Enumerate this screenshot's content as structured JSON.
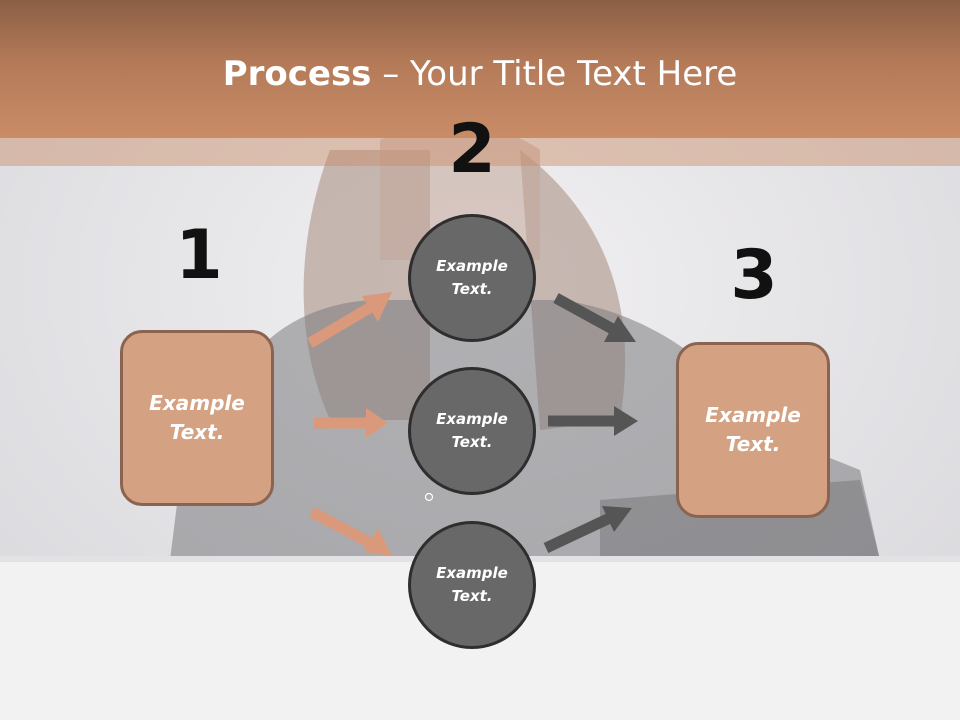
{
  "slide": {
    "title_bold": "Process",
    "title_rest": " – Your Title Text Here",
    "steps": [
      {
        "number": "1"
      },
      {
        "number": "2"
      },
      {
        "number": "3"
      }
    ],
    "left_box": {
      "text": "Example\nText."
    },
    "right_box": {
      "text": "Example\nText."
    },
    "circles": [
      {
        "text": "Example\nText."
      },
      {
        "text": "Example\nText."
      },
      {
        "text": "Example\nText."
      }
    ]
  },
  "colors": {
    "accent": "#c98c67",
    "box_fill": "#d4a283",
    "box_border": "#8a6450",
    "circle_fill": "#686868",
    "circle_border": "#2e2e2e",
    "arrow_orange": "#d9997a",
    "arrow_gray": "#555555"
  }
}
